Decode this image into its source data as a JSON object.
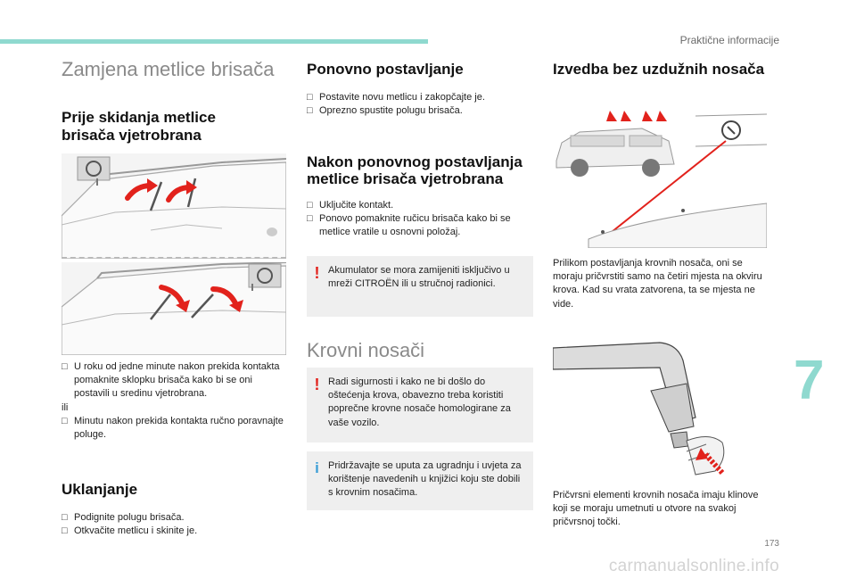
{
  "header": {
    "running_title": "Praktične informacije",
    "accent_color": "#8fd9cf"
  },
  "chapter": {
    "number": "7"
  },
  "footer": {
    "page_number": "173",
    "watermark": "carmanualsonline.info"
  },
  "left_column": {
    "section_title": "Zamjena metlice brisača",
    "subsection_title": "Prije skidanja metlice brisača vjetrobrana",
    "steps": [
      "U roku od jedne minute nakon prekida kontakta pomaknite sklopku brisača kako bi se oni postavili u sredinu vjetrobrana."
    ],
    "or_label": "ili",
    "steps_alt": [
      "Minutu nakon prekida kontakta ručno poravnajte poluge."
    ],
    "removal_title": "Uklanjanje",
    "removal_steps": [
      "Podignite polugu brisača.",
      "Otkvačite metlicu i skinite je."
    ]
  },
  "middle_column": {
    "refit_title": "Ponovno postavljanje",
    "refit_steps": [
      "Postavite novu metlicu i zakopčajte je.",
      "Oprezno spustite polugu brisača."
    ],
    "after_title": "Nakon ponovnog postavljanja metlice brisača vjetrobrana",
    "after_steps": [
      "Uključite kontakt.",
      "Ponovo pomaknite ručicu brisača kako bi se metlice vratile u osnovni položaj."
    ],
    "battery_note": "Akumulator se mora zamijeniti isključivo u mreži CITROËN ili u stručnoj radionici.",
    "roof_title": "Krovni nosači",
    "roof_warning": "Radi sigurnosti i kako ne bi došlo do oštećenja krova, obavezno treba koristiti poprečne krovne nosače homologirane za vaše vozilo.",
    "roof_info": "Pridržavajte se uputa za ugradnju i uvjeta za korištenje navedenih u knjižici koju ste dobili s krovnim nosačima."
  },
  "right_column": {
    "title": "Izvedba bez uzdužnih nosača",
    "caption_1": "Prilikom postavljanja krovnih nosača, oni se moraju pričvrstiti samo na četiri mjesta na okviru krova. Kad su vrata zatvorena, ta se mjesta ne vide.",
    "caption_2": "Pričvrsni elementi krovnih nosača imaju klinove koji se moraju umetnuti u otvore na svakoj pričvrsnoj točki."
  },
  "icons": {
    "bullet": "checkbox-bullet-icon",
    "warning": "exclamation-icon",
    "info": "info-icon",
    "arrow_color": "#e2221c"
  }
}
